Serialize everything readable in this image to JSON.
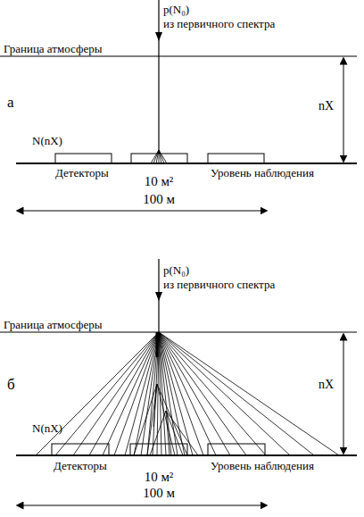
{
  "diagram": {
    "labels": [
      "а",
      "p(N₀)",
      "из первичного спектра",
      "Граница атмосферы",
      "nX",
      "N(nX)",
      "Детекторы",
      "10 м²",
      "Уровень наблюдения",
      "100 м",
      "б",
      "p(N₀)",
      "из первичного спектра",
      "Граница атмосферы",
      "nX",
      "N(nX)",
      "Детекторы",
      "10 м²",
      "Уровень наблюдения",
      "100 м"
    ]
  }
}
